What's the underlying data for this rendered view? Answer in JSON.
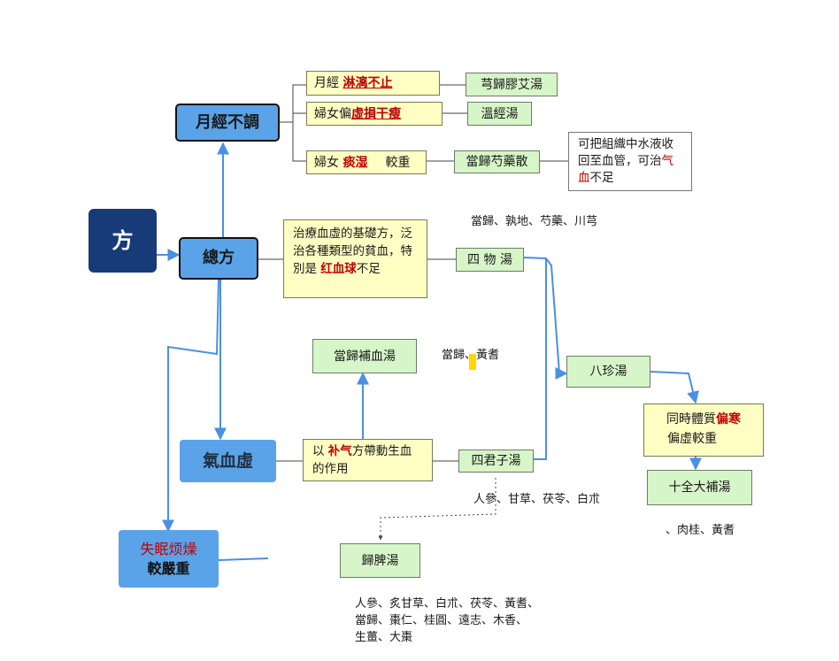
{
  "root": {
    "label": "方"
  },
  "zongfang": {
    "label": "總方"
  },
  "yuejing": {
    "label": "月經不調"
  },
  "qixue": {
    "label": "氣血虛"
  },
  "shimian": {
    "line1": "失眠烦燥",
    "line2": "較嚴重"
  },
  "menstrual": {
    "cond1": {
      "prefix": "月經 ",
      "highlight": "淋漓不止"
    },
    "cond2": {
      "prefix": "婦女偏",
      "highlight": "虛損干瘦"
    },
    "cond3": {
      "prefix": "婦女 ",
      "highlight": "痰湿",
      "suffix": "較重"
    },
    "formula1": "芎歸膠艾湯",
    "formula2": "溫經湯",
    "formula3": "當歸芍藥散",
    "note3": {
      "part1": "可把組織中水液收回至血管，可治",
      "highlight": "气血",
      "part2": "不足"
    }
  },
  "siwu": {
    "desc": {
      "part1": "治療血虛的基礎方，泛治各種類型的貧血，特別是 ",
      "highlight": "红血球",
      "part2": "不足"
    },
    "label": "四 物 湯",
    "ingredients": "當歸、孰地、芍藥、川芎"
  },
  "bazhen": {
    "label": "八珍湯"
  },
  "pianhan": {
    "part1": "同時體質",
    "highlight": "偏寒",
    "part2": "偏虛較重"
  },
  "shiquan": {
    "label": "十全大補湯",
    "ingredients": "、肉桂、黃耆"
  },
  "danggui_buxue": {
    "label": "當歸補血湯",
    "ingredients": "當歸、黃耆"
  },
  "sijunzi": {
    "desc": {
      "part1": "以 ",
      "highlight": "补气",
      "part2": "方帶動生血的作用"
    },
    "label": "四君子湯",
    "ingredients": "人參、甘草、茯苓、白朮"
  },
  "guipi": {
    "label": "歸脾湯",
    "ingredients_line1": "人參、炙甘草、白朮、茯苓、黃耆、",
    "ingredients_line2": "當歸、棗仁、桂圓、遠志、木香、",
    "ingredients_line3": "生薑、大棗"
  },
  "colors": {
    "accent_blue": "#5aa3e8",
    "navy": "#173a78",
    "highlight_red": "#c00000",
    "note_yellow": "#ffffc4",
    "formula_green": "#d6f5c8"
  }
}
